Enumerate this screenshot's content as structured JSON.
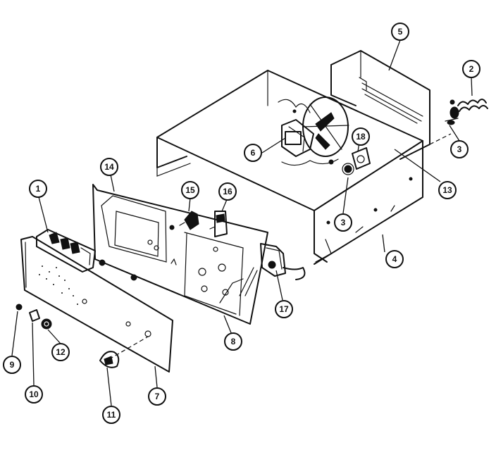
{
  "callouts": [
    {
      "id": "c1",
      "number": "1"
    },
    {
      "id": "c2",
      "number": "2"
    },
    {
      "id": "c3a",
      "number": "3"
    },
    {
      "id": "c3b",
      "number": "3"
    },
    {
      "id": "c4",
      "number": "4"
    },
    {
      "id": "c5",
      "number": "5"
    },
    {
      "id": "c6",
      "number": "6"
    },
    {
      "id": "c7",
      "number": "7"
    },
    {
      "id": "c8",
      "number": "8"
    },
    {
      "id": "c9",
      "number": "9"
    },
    {
      "id": "c10",
      "number": "10"
    },
    {
      "id": "c11",
      "number": "11"
    },
    {
      "id": "c12",
      "number": "12"
    },
    {
      "id": "c13",
      "number": "13"
    },
    {
      "id": "c14",
      "number": "14"
    },
    {
      "id": "c15",
      "number": "15"
    },
    {
      "id": "c16",
      "number": "16"
    },
    {
      "id": "c17",
      "number": "17"
    },
    {
      "id": "c18",
      "number": "18"
    }
  ]
}
